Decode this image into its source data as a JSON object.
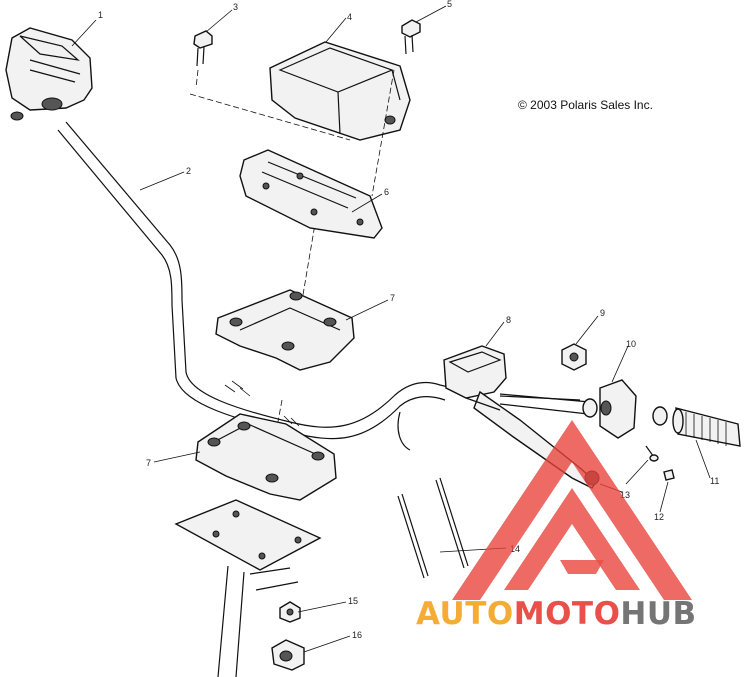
{
  "diagram": {
    "copyright": "© 2003 Polaris Sales Inc.",
    "callouts": [
      {
        "id": "1",
        "label": "1"
      },
      {
        "id": "2",
        "label": "2"
      },
      {
        "id": "3",
        "label": "3"
      },
      {
        "id": "4",
        "label": "4"
      },
      {
        "id": "5",
        "label": "5"
      },
      {
        "id": "6",
        "label": "6"
      },
      {
        "id": "7a",
        "label": "7"
      },
      {
        "id": "7b",
        "label": "7"
      },
      {
        "id": "8",
        "label": "8"
      },
      {
        "id": "9",
        "label": "9"
      },
      {
        "id": "10",
        "label": "10"
      },
      {
        "id": "11",
        "label": "11"
      },
      {
        "id": "12",
        "label": "12"
      },
      {
        "id": "13",
        "label": "13"
      },
      {
        "id": "14",
        "label": "14"
      },
      {
        "id": "15",
        "label": "15"
      },
      {
        "id": "16",
        "label": "16"
      }
    ]
  },
  "watermark": {
    "logo_parts": [
      "AUTO",
      "MOTO",
      "HUB"
    ],
    "colors": {
      "auto": "#f5a623",
      "moto": "#e8423a",
      "hub": "#6a6a6a",
      "triangle": "#e8423a"
    }
  }
}
